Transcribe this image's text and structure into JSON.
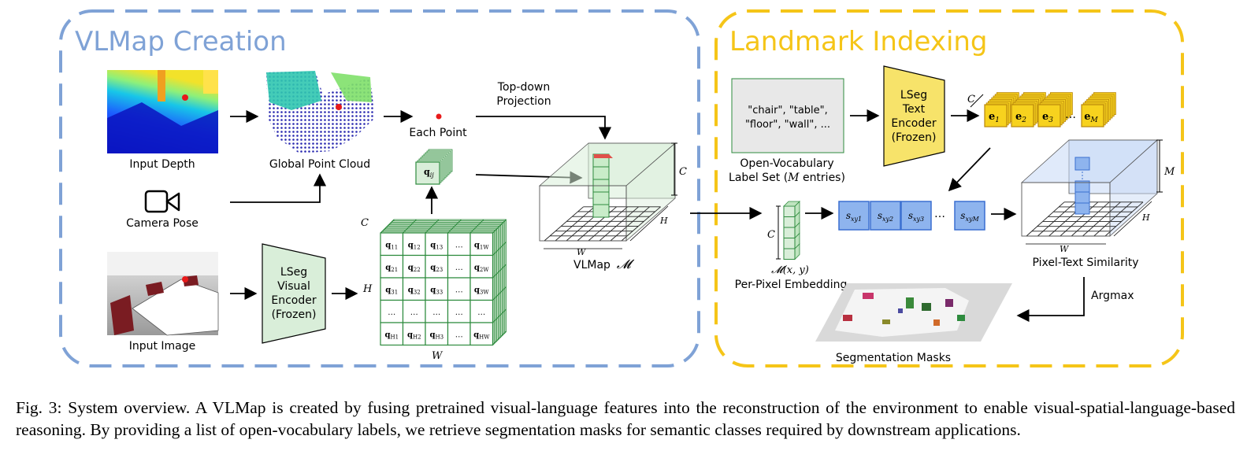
{
  "creation": {
    "title": "VLMap Creation",
    "input_depth_label": "Input Depth",
    "point_cloud_label": "Global Point Cloud",
    "each_point_label": "Each Point",
    "projection_label": [
      "Top-down",
      "Projection"
    ],
    "camera_pose_label": "Camera Pose",
    "input_image_label": "Input Image",
    "encoder_label": [
      "LSeg",
      "Visual",
      "Encoder",
      "(Frozen)"
    ],
    "qij_label": "q",
    "qij_sub": "ij",
    "grid_rows": [
      [
        [
          "11"
        ],
        [
          "12"
        ],
        [
          "13"
        ],
        [
          "…"
        ],
        [
          "1W"
        ]
      ],
      [
        [
          "21"
        ],
        [
          "22"
        ],
        [
          "23"
        ],
        [
          "…"
        ],
        [
          "2W"
        ]
      ],
      [
        [
          "31"
        ],
        [
          "32"
        ],
        [
          "33"
        ],
        [
          "…"
        ],
        [
          "3W"
        ]
      ],
      [
        [
          "…"
        ],
        [
          "…"
        ],
        [
          "…"
        ],
        [
          "…"
        ],
        [
          "…"
        ]
      ],
      [
        [
          "H1"
        ],
        [
          "H2"
        ],
        [
          "H3"
        ],
        [
          "…"
        ],
        [
          "HW"
        ]
      ]
    ],
    "grid_c": "C",
    "grid_h": "H",
    "grid_w": "W",
    "vlmap_label": "VLMap",
    "vlmap_symbol": "𝓜",
    "vlmap_c": "C",
    "vlmap_h": "H",
    "vlmap_w": "W"
  },
  "indexing": {
    "title": "Landmark Indexing",
    "labels_text": [
      "\"chair\", \"table\",",
      "\"floor\", \"wall\", ..."
    ],
    "label_set_caption": [
      "Open-Vocabulary",
      "Label Set (",
      "M",
      " entries)"
    ],
    "text_encoder_label": [
      "LSeg",
      "Text",
      "Encoder",
      "(Frozen)"
    ],
    "embeddings": [
      {
        "base": "e",
        "sub": "1"
      },
      {
        "base": "e",
        "sub": "2"
      },
      {
        "base": "e",
        "sub": "3"
      },
      {
        "base": "e",
        "sub": "M"
      }
    ],
    "emb_c": "C",
    "per_pixel_symbol": "𝓜(x, y)",
    "per_pixel_label": "Per-Pixel Embedding",
    "per_pixel_c": "C",
    "scores": [
      {
        "base": "s",
        "sub": "xy1"
      },
      {
        "base": "s",
        "sub": "xy2"
      },
      {
        "base": "s",
        "sub": "xy3"
      },
      {
        "base": "s",
        "sub": "xyM"
      }
    ],
    "similarity_label": "Pixel-Text Similarity",
    "sim_m": "M",
    "sim_h": "H",
    "sim_w": "W",
    "argmax_label": "Argmax",
    "masks_label": "Segmentation Masks"
  },
  "caption": "Fig. 3: System overview. A VLMap is created by fusing pretrained visual-language features into the reconstruction of the environment to enable visual-spatial-language-based reasoning. By providing a list of open-vocabulary labels, we retrieve segmentation masks for semantic classes required by downstream applications.",
  "colors": {
    "creation_border": "#7fa2d6",
    "indexing_border": "#f5c518",
    "encoder_fill": "#d9eed9",
    "grid_green": "#2e8b3e",
    "emb_yellow": "#f7d21e",
    "score_blue": "#8eb4ee"
  }
}
